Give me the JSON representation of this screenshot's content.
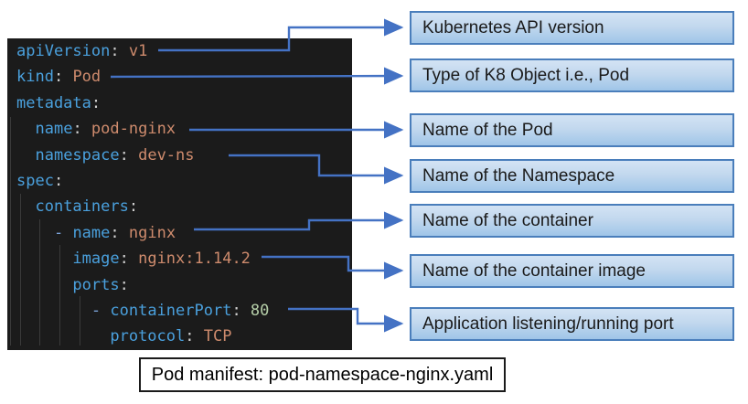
{
  "editor": {
    "language": "yaml",
    "lines": [
      {
        "segments": [
          {
            "c": "key",
            "t": "apiVersion"
          },
          {
            "c": "punc",
            "t": ": "
          },
          {
            "c": "str",
            "t": "v1"
          }
        ]
      },
      {
        "segments": [
          {
            "c": "key",
            "t": "kind"
          },
          {
            "c": "punc",
            "t": ": "
          },
          {
            "c": "str",
            "t": "Pod"
          }
        ]
      },
      {
        "segments": [
          {
            "c": "key",
            "t": "metadata"
          },
          {
            "c": "punc",
            "t": ":"
          }
        ]
      },
      {
        "segments": [
          {
            "c": "ws",
            "t": "  "
          },
          {
            "c": "key",
            "t": "name"
          },
          {
            "c": "punc",
            "t": ": "
          },
          {
            "c": "str",
            "t": "pod-nginx"
          }
        ]
      },
      {
        "segments": [
          {
            "c": "ws",
            "t": "  "
          },
          {
            "c": "key",
            "t": "namespace"
          },
          {
            "c": "punc",
            "t": ": "
          },
          {
            "c": "str",
            "t": "dev-ns"
          }
        ]
      },
      {
        "segments": [
          {
            "c": "key",
            "t": "spec"
          },
          {
            "c": "punc",
            "t": ":"
          }
        ]
      },
      {
        "segments": [
          {
            "c": "ws",
            "t": "  "
          },
          {
            "c": "key",
            "t": "containers"
          },
          {
            "c": "punc",
            "t": ":"
          }
        ]
      },
      {
        "segments": [
          {
            "c": "ws",
            "t": "    "
          },
          {
            "c": "dash",
            "t": "- "
          },
          {
            "c": "key",
            "t": "name"
          },
          {
            "c": "punc",
            "t": ": "
          },
          {
            "c": "str",
            "t": "nginx"
          }
        ]
      },
      {
        "segments": [
          {
            "c": "ws",
            "t": "      "
          },
          {
            "c": "key",
            "t": "image"
          },
          {
            "c": "punc",
            "t": ": "
          },
          {
            "c": "str",
            "t": "nginx:1.14.2"
          }
        ]
      },
      {
        "segments": [
          {
            "c": "ws",
            "t": "      "
          },
          {
            "c": "key",
            "t": "ports"
          },
          {
            "c": "punc",
            "t": ":"
          }
        ]
      },
      {
        "segments": [
          {
            "c": "ws",
            "t": "        "
          },
          {
            "c": "dash",
            "t": "- "
          },
          {
            "c": "key",
            "t": "containerPort"
          },
          {
            "c": "punc",
            "t": ": "
          },
          {
            "c": "num",
            "t": "80"
          }
        ]
      },
      {
        "segments": [
          {
            "c": "ws",
            "t": "          "
          },
          {
            "c": "key",
            "t": "protocol"
          },
          {
            "c": "punc",
            "t": ": "
          },
          {
            "c": "str",
            "t": "TCP"
          }
        ]
      }
    ]
  },
  "annotations": {
    "labels": [
      "Kubernetes API version",
      "Type of K8 Object i.e., Pod",
      "Name of the Pod",
      "Name of the Namespace",
      "Name of the container",
      "Name of the container image",
      "Application listening/running port"
    ]
  },
  "caption": {
    "text": "Pod manifest: pod-namespace-nginx.yaml"
  },
  "colors": {
    "editor_background": "#1b1b1b",
    "yaml_key": "#4aa0dd",
    "yaml_string": "#ce8b6d",
    "yaml_number": "#b5cea8",
    "arrow": "#4472c4",
    "label_box_fill_top": "#d3e3f4",
    "label_box_fill_bottom": "#9fc5e8",
    "label_box_border": "#4a7ebb"
  }
}
